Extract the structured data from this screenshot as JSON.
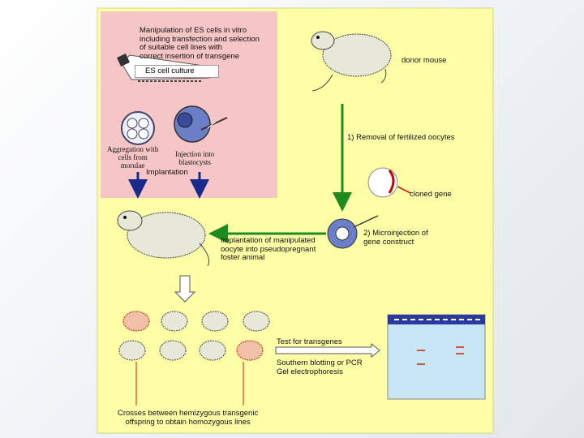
{
  "diagram": {
    "es_description": [
      "Manipulation of ES cells in vitro",
      "including transfection and selection",
      "of suitable cell lines with",
      "correct insertion of transgene"
    ],
    "es_culture_label": "ES cell culture",
    "aggregation_label": [
      "Aggregation with",
      "cells from",
      "morulae"
    ],
    "injection_label": [
      "Injection into",
      "blastocysts"
    ],
    "implantation_label": "Implantation",
    "donor_mouse_label": "donor mouse",
    "removal_label": "1) Removal of fertilized oocytes",
    "cloned_gene_label": "cloned gene",
    "microinjection_label": [
      "2) Microinjection of",
      "gene construct"
    ],
    "implantation_oocyte_label": [
      "Implantation of manipulated",
      "oocyte into pseudopregnant",
      "foster animal"
    ],
    "test_label": "Test for transgenes",
    "southern_label": [
      "Southern blotting or PCR",
      "Gel electrophoresis"
    ],
    "crosses_label": [
      "Crosses between hemizygous transgenic",
      "offspring to obtain homozygous lines"
    ]
  },
  "colors": {
    "panel": "#ffffa8",
    "es_box": "#f6c5c5",
    "arrow_green": "#1f8a1f",
    "arrow_blue": "#1a2a8a",
    "transgenic_red": "#cc2200",
    "gel": "#c8e6f5"
  }
}
